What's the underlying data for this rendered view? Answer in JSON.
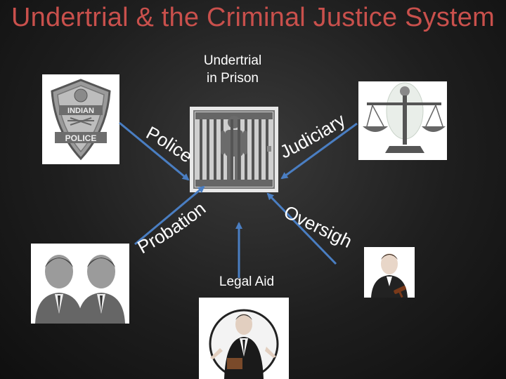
{
  "slide": {
    "title": "Undertrial & the Criminal Justice System",
    "center_label_line1": "Undertrial",
    "center_label_line2": "in Prison",
    "badge_top": "INDIAN",
    "badge_bottom": "POLICE",
    "labels": {
      "police": "Police",
      "judiciary": "Judiciary",
      "probation": "Probation",
      "oversight": "Oversight",
      "legal_aid": "Legal Aid"
    }
  },
  "colors": {
    "title": "#c9504c",
    "arrow": "#4a7ec2"
  }
}
